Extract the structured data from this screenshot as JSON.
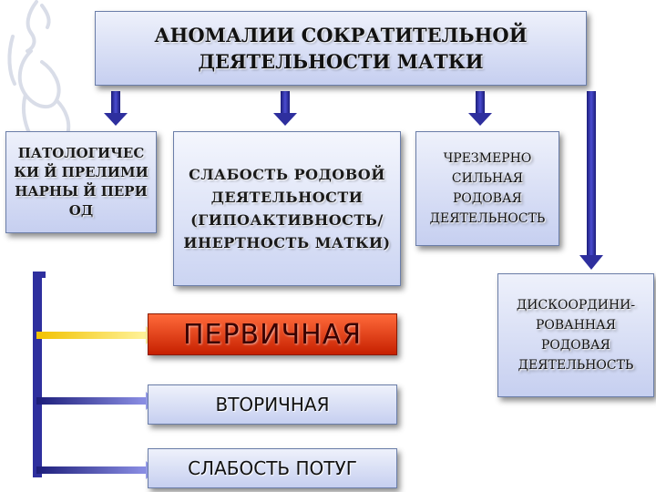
{
  "title": "АНОМАЛИИ СОКРАТИТЕЛЬНОЙ ДЕЯТЕЛЬНОСТИ МАТКИ",
  "boxes": {
    "pathological": "ПАТОЛОГИЧЕСКИ Й ПРЕЛИМИНАРНЫ Й ПЕРИОД",
    "weakness": "СЛАБОСТЬ РОДОВОЙ ДЕЯТЕЛЬНОСТИ (ГИПОАКТИВНОСТЬ/ ИНЕРТНОСТЬ МАТКИ)",
    "excessive": "ЧРЕЗМЕРНО СИЛЬНАЯ РОДОВАЯ ДЕЯТЕЛЬНОСТЬ",
    "discoordinated": "ДИСКООРДИНИ-РОВАННАЯ РОДОВАЯ ДЕЯТЕЛЬНОСТЬ"
  },
  "sub": {
    "primary": "ПЕРВИЧНАЯ",
    "secondary": "ВТОРИЧНАЯ",
    "pushing": "СЛАБОСТЬ ПОТУГ"
  },
  "colors": {
    "arrow": "#2e2f9e",
    "primary_fill": "#e03a10",
    "box_top": "#eef1fb",
    "box_bottom": "#c6cff0"
  }
}
